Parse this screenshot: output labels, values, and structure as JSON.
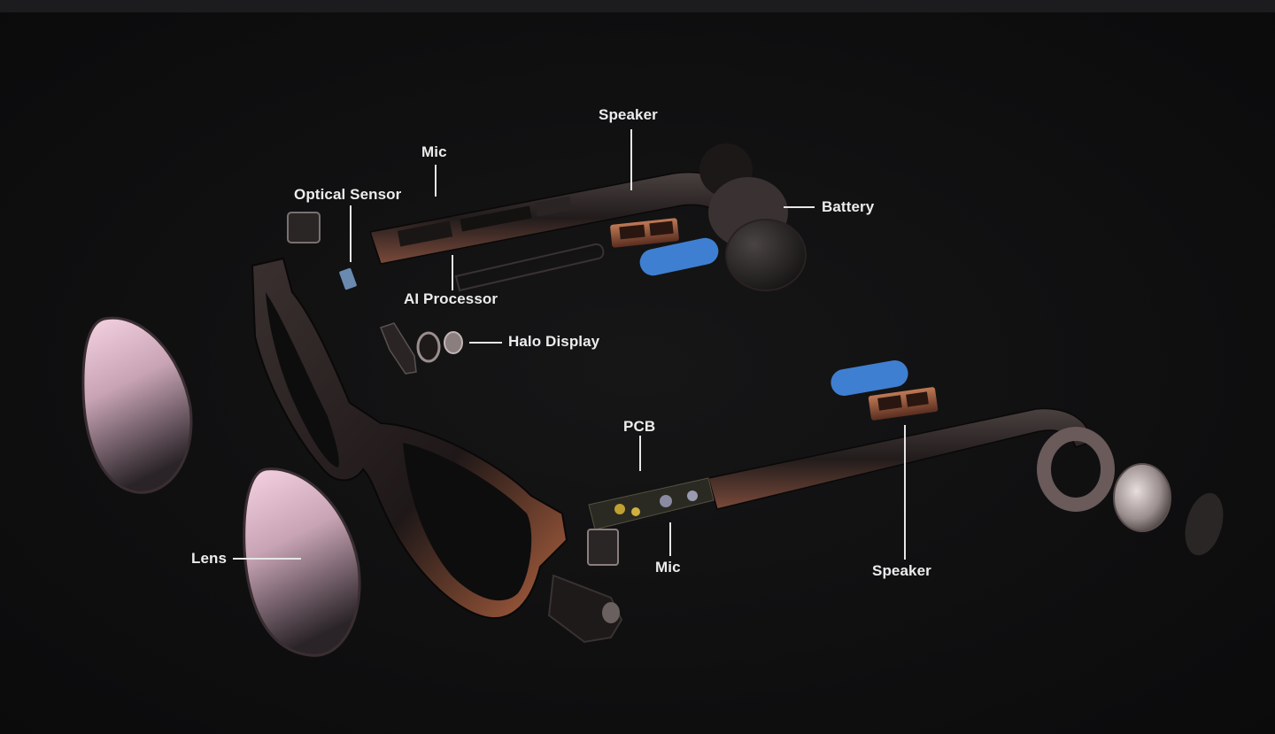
{
  "labels": {
    "speaker_top": "Speaker",
    "mic_top": "Mic",
    "optical_sensor": "Optical Sensor",
    "battery": "Battery",
    "ai_processor": "AI Processor",
    "halo_display": "Halo Display",
    "pcb": "PCB",
    "lens": "Lens",
    "mic_bottom": "Mic",
    "speaker_bottom": "Speaker"
  },
  "colors": {
    "background": "#0f0f10",
    "label_text": "#ececec",
    "leader_line": "#e6e6e6",
    "frame": "#2a2020",
    "frame_highlight": "#c86a4a",
    "battery_blue": "#3f7fd1",
    "copper": "#a0583a",
    "lens_tint": "#f3cddc"
  }
}
